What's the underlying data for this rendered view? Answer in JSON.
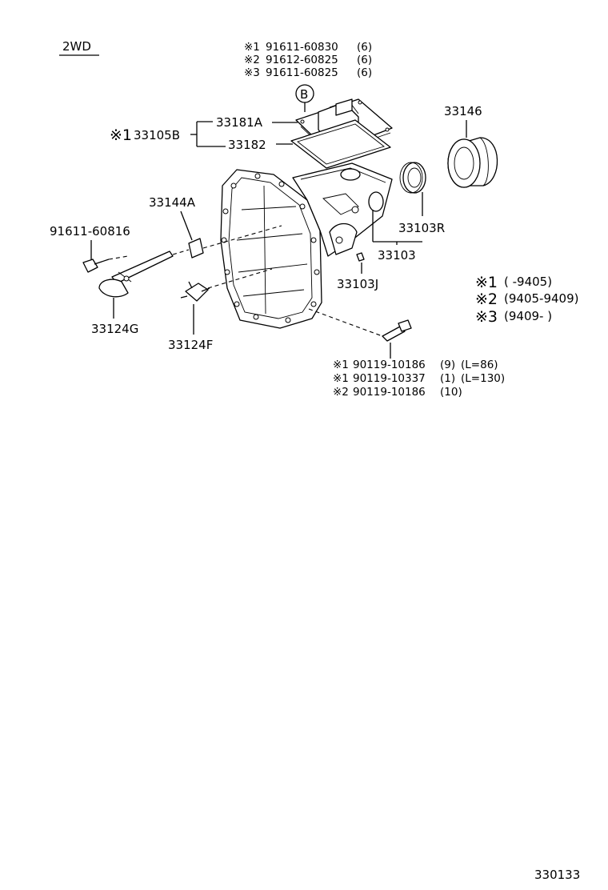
{
  "diagram": {
    "variant_label": "2WD",
    "page_code": "330133",
    "callout_letter": "B",
    "top_bolts": [
      {
        "mark": "※1",
        "part": "91611-60830",
        "qty": "(6)"
      },
      {
        "mark": "※2",
        "part": "91612-60825",
        "qty": "(6)"
      },
      {
        "mark": "※3",
        "part": "91611-60825",
        "qty": "(6)"
      }
    ],
    "gasket_set": {
      "mark": "※1",
      "part": "33105B"
    },
    "parts": {
      "p33181A": "33181A",
      "p33182": "33182",
      "p33146": "33146",
      "p33144A": "33144A",
      "p91611_60816": "91611-60816",
      "p33103R": "33103R",
      "p33103": "33103",
      "p33103J": "33103J",
      "p33124G": "33124G",
      "p33124F": "33124F"
    },
    "bottom_bolts": [
      {
        "mark": "※1",
        "part": "90119-10186",
        "qty": "(9)",
        "len": "(L=86)"
      },
      {
        "mark": "※1",
        "part": "90119-10337",
        "qty": "(1)",
        "len": "(L=130)"
      },
      {
        "mark": "※2",
        "part": "90119-10186",
        "qty": "(10)",
        "len": ""
      }
    ],
    "legend": [
      {
        "mark": "※1",
        "range": "(       -9405)"
      },
      {
        "mark": "※2",
        "range": "(9405-9409)"
      },
      {
        "mark": "※3",
        "range": "(9409-       )"
      }
    ]
  }
}
